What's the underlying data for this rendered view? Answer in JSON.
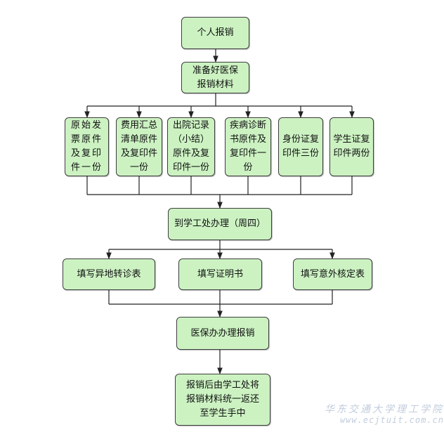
{
  "flow": {
    "start": "个人报销",
    "prepare": "准备好医保\n报销材料",
    "materials": [
      "原始发\n票原件\n及复印\n件一份",
      "费用汇总\n清单原件\n及复印件\n一份",
      "出院记录\n（小结）\n原件及复\n印件一份",
      "疾病诊断\n书原件及\n复印件一\n份",
      "身份证复\n印件三份",
      "学生证复\n印件两份"
    ],
    "office": "到学工处办理（周四）",
    "forms": [
      "填写异地转诊表",
      "填写证明书",
      "填写意外核定表"
    ],
    "insurance_office": "医保办办理报销",
    "return": "报销后由学工处将\n报销材料统一返还\n至学生手中"
  },
  "watermark": {
    "name": "华东交通大学理工学院",
    "url": "www.ecjtuit.com.cn"
  },
  "colors": {
    "box_fill": "#ccf2c2",
    "box_border": "#3d3d3d",
    "line": "#222222",
    "watermark": "#b7c4d6"
  }
}
